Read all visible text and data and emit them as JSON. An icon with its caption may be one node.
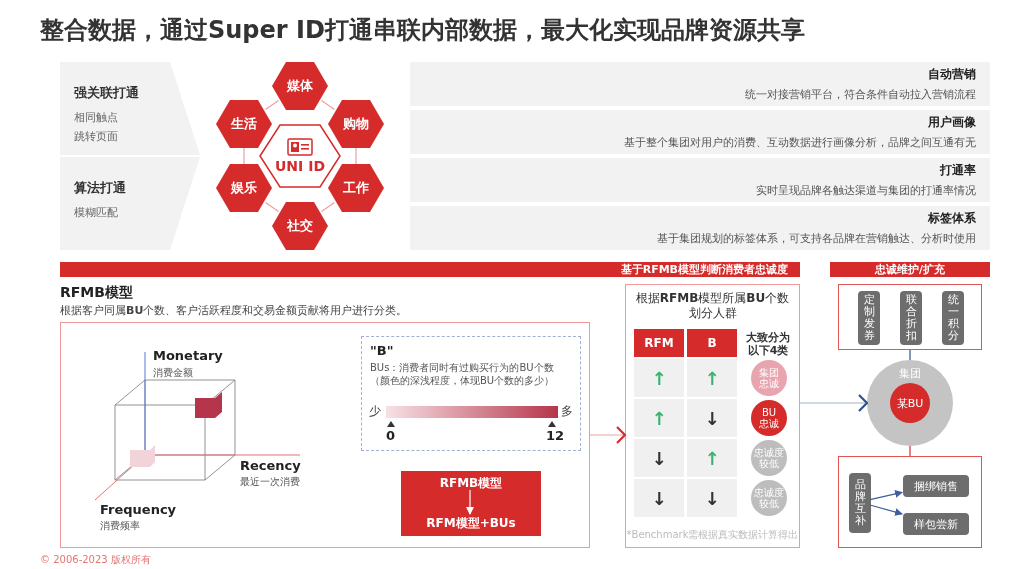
{
  "diagram": {
    "title": "整合数据，通过Super ID打通串联内部数据，最大化实现品牌资源共享",
    "nodes": [
      {
        "text": [
          "强关联打通",
          "相同触点",
          "跳转页面"
        ]
      },
      {
        "text": [
          "算法打通",
          "模糊匹配"
        ]
      },
      {
        "text": [
          "UNI ID"
        ]
      },
      {
        "text": [
          "媒体"
        ]
      },
      {
        "text": [
          "购物"
        ]
      },
      {
        "text": [
          "工作"
        ]
      },
      {
        "text": [
          "社交"
        ]
      },
      {
        "text": [
          "娱乐"
        ]
      },
      {
        "text": [
          "生活"
        ]
      },
      {
        "text": [
          "自动营销",
          "统一对接营销平台，符合条件自动拉入营销流程"
        ]
      },
      {
        "text": [
          "用户画像",
          "基于整个集团对用户的消费、互动数据进行画像分析，品牌之间互通有无"
        ]
      },
      {
        "text": [
          "打通率",
          "实时呈现品牌各触达渠道与集团的打通率情况"
        ]
      },
      {
        "text": [
          "标签体系",
          "基于集团规划的标签体系，可支持各品牌在营销触达、分析时使用"
        ]
      },
      {
        "text": [
          "基于RFMB模型判断消费者忠诚度"
        ]
      },
      {
        "text": [
          "忠诚维护/扩充"
        ]
      },
      {
        "text": [],
        "shape": "box"
      },
      {
        "text": [
          "\"B\"",
          "BUs：消费者同时有过购买行为的BU个数（颜色的深浅程度，体现BU个数的多少）"
        ],
        "in": 15
      },
      {
        "text": [],
        "shape": "box",
        "in": 15
      },
      {
        "text": [
          "RFMB模型"
        ],
        "in": 17
      },
      {
        "text": [
          "RFM模型+BUs"
        ],
        "in": 17
      },
      {
        "text": [
          "根据**RFMB**模型所属**BU**个数划分人群",
          "*Benchmark需根据真实数据计算得出"
        ]
      },
      {
        "text": [
          "RFM"
        ],
        "in": 20
      },
      {
        "text": [
          "B"
        ],
        "in": 20
      },
      {
        "text": [
          "↑"
        ],
        "in": 20
      },
      {
        "text": [
          "↑"
        ],
        "in": 20
      },
      {
        "text": [
          "↑"
        ],
        "in": 20
      },
      {
        "text": [
          "↓"
        ],
        "in": 20
      },
      {
        "text": [
          "↓"
        ],
        "in": 20
      },
      {
        "text": [
          "↑"
        ],
        "in": 20
      },
      {
        "text": [
          "↓"
        ],
        "in": 20
      },
      {
        "text": [
          "↓"
        ],
        "in": 20
      },
      {
        "text": [
          "集团忠诚"
        ],
        "in": 20
      },
      {
        "text": [
          "BU忠诚"
        ],
        "in": 20
      },
      {
        "text": [
          "忠诚度较低"
        ],
        "in": 20
      },
      {
        "text": [
          "忠诚度较低"
        ],
        "in": 20
      },
      {
        "text": [],
        "shape": "box"
      },
      {
        "text": [
          "定制发券"
        ],
        "in": 35
      },
      {
        "text": [
          "联合折扣"
        ],
        "in": 35
      },
      {
        "text": [
          "统一积分"
        ],
        "in": 35
      },
      {
        "text": [
          "集团"
        ]
      },
      {
        "text": [
          "某BU"
        ],
        "in": 39
      },
      {
        "text": [],
        "shape": "box"
      },
      {
        "text": [
          "品牌互补"
        ],
        "in": 41
      },
      {
        "text": [
          "捆绑销售"
        ],
        "in": 41
      },
      {
        "text": [
          "样包尝新"
        ],
        "in": 41
      }
    ],
    "edges": [
      {
        "from": 3,
        "to": 4,
        "arrow": "none"
      },
      {
        "from": 4,
        "to": 5,
        "arrow": "none"
      },
      {
        "from": 5,
        "to": 6,
        "arrow": "none"
      },
      {
        "from": 6,
        "to": 7,
        "arrow": "none"
      },
      {
        "from": 7,
        "to": 8,
        "arrow": "none"
      },
      {
        "from": 8,
        "to": 3,
        "arrow": "none"
      },
      {
        "from": 18,
        "to": 19,
        "arrow": "to",
        "color": "#ffffff"
      },
      {
        "from": 15,
        "to": 20,
        "arrow": "to",
        "color": "#d52b2b"
      },
      {
        "from": 20,
        "to": 39,
        "arrow": "to",
        "color": "#2f4f8f"
      },
      {
        "from": 35,
        "to": 39,
        "arrow": "none",
        "color": "#2f4f8f"
      },
      {
        "from": 39,
        "to": 41,
        "arrow": "none",
        "color": "#d52b2b"
      },
      {
        "from": 42,
        "to": 43,
        "arrow": "to",
        "color": "#3d5fa0"
      },
      {
        "from": 42,
        "to": 44,
        "arrow": "to",
        "color": "#3d5fa0"
      }
    ],
    "labels": [
      "RFMB模型",
      "根据客户同属**BU**个数、客户活跃程度和交易金额贡献将用户进行分类。",
      "Monetary",
      "消费金额",
      "Recency",
      "最近一次消费",
      "Frequency",
      "消费频率",
      "少",
      "多",
      "0",
      "12",
      "大致分为以下4类",
      "© 2006-2023 版权所有"
    ]
  }
}
